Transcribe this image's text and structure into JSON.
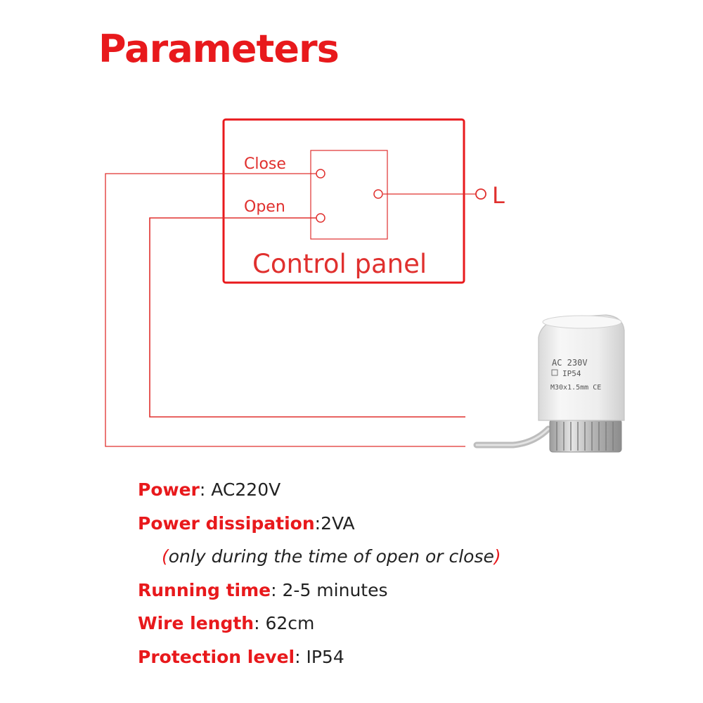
{
  "title": "Parameters",
  "colors": {
    "accent": "#e8191c",
    "line": "#e0302e",
    "text": "#222222",
    "device_body": "#f0f0f0",
    "device_nut": "#c9c9c9"
  },
  "diagram": {
    "close_label": "Close",
    "open_label": "Open",
    "l_label": "L",
    "panel_label": "Control panel"
  },
  "device": {
    "label_lines": [
      "AC 230V",
      "IP54",
      "M30x1.5mm CE"
    ]
  },
  "specs": {
    "power_key": "Power",
    "power_sep": ": ",
    "power_value": "AC220V",
    "dissipation_key": "Power dissipation",
    "dissipation_sep": ":",
    "dissipation_value": "2VA",
    "dissipation_note_open": "(",
    "dissipation_note": "only during the time of open or close",
    "dissipation_note_close": ")",
    "running_key": "Running time",
    "running_sep": ": ",
    "running_value": "2-5 minutes",
    "wire_key": "Wire length",
    "wire_sep": ": ",
    "wire_value": "62cm",
    "protection_key": "Protection level",
    "protection_sep": ": ",
    "protection_value": "IP54"
  }
}
